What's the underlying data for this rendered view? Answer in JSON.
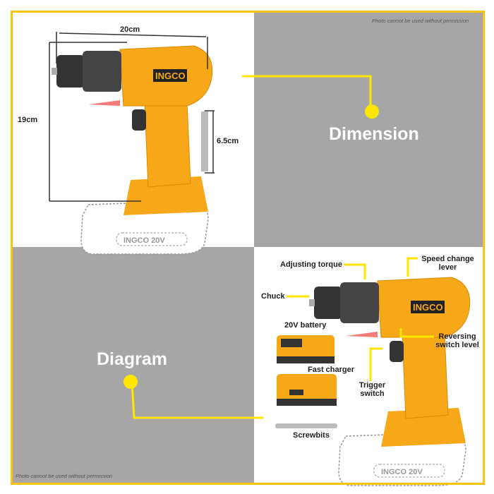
{
  "watermark_note": "Photo cannot be used without permission",
  "dimension_panel": {
    "title": "Dimension",
    "width_label": "20cm",
    "height_label": "19cm",
    "bit_length_label": "6.5cm"
  },
  "diagram_panel": {
    "title": "Diagram",
    "labels": {
      "adjusting_torque": "Adjusting torque",
      "speed_change": "Speed change lever",
      "chuck": "Chuck",
      "reversing": "Reversing switch level",
      "battery": "20V battery",
      "charger": "Fast charger",
      "trigger": "Trigger switch",
      "screwbits": "Screwbits"
    }
  },
  "brand_logo": "INGCO",
  "battery_marking": "20V",
  "colors": {
    "accent": "#ffc20e",
    "connector": "#ffe600",
    "panel_gray": "#a6a6a6",
    "tool_orange": "#f7a818"
  }
}
